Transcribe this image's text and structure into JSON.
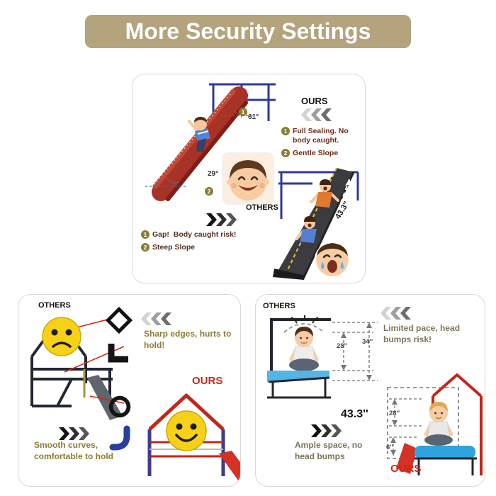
{
  "banner": {
    "title": "More Security Settings"
  },
  "top_panel": {
    "ours_label": "OURS",
    "others_label": "OTHERS",
    "badge1": "1",
    "badge2": "2",
    "angle_top": "61°",
    "angle_bottom": "29°",
    "ours_point1": "Full Sealing. No body caught.",
    "ours_point2": "Gentle Slope",
    "others_point1": "Gap!  Body caught risk!",
    "others_point2": "Steep Slope",
    "others_slide_height": "43.3''"
  },
  "bottom_left": {
    "others_label": "OTHERS",
    "others_note": "Sharp edges, hurts to hold!",
    "ours_label": "OURS",
    "ours_note": "Smooth curves, comfortable to hold"
  },
  "bottom_right": {
    "others_label": "OTHERS",
    "others_note": "Limited pace, head bumps risk!",
    "measure_inner": "28''",
    "measure_outer": "34''",
    "measure_big": "43.3''",
    "measure_head": "28''",
    "measure_gap": "6''",
    "ours_note": "Ample space, no head bumps",
    "ours_label": "OURS"
  },
  "colors": {
    "banner_bg": "#b4a37c",
    "ours_red": "#cf2415",
    "note_gold": "#8c7c33",
    "point_maroon": "#6e2a18",
    "badge_olive": "#8a7d35",
    "slide_red": "#b03226",
    "steep_slide_dark": "#3b3b40",
    "emoji_yellow": "#f6d118",
    "frame_navy": "#2c3a94",
    "deck_blue": "#55b4e6"
  }
}
